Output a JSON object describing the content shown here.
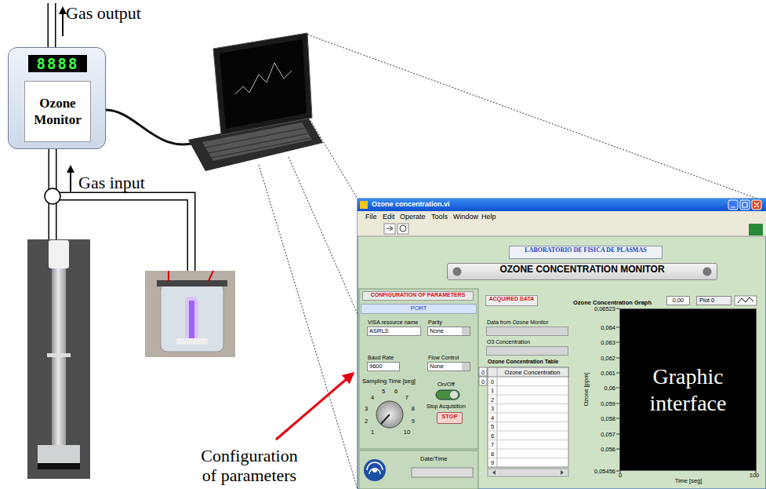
{
  "diagram": {
    "nodes": [
      {
        "text": [
          "8888",
          "Ozone Monitor"
        ]
      },
      {
        "text": [
          "Ozone concentration.vi"
        ]
      },
      {
        "text": [
          "LABORATORIO DE FISICA DE PLASMAS"
        ],
        "in": 1
      },
      {
        "text": [
          "OZONE CONCENTRATION MONITOR"
        ],
        "in": 1
      },
      {
        "text": [
          "CONFIGURATION OF PARAMETERS"
        ],
        "in": 1
      },
      {
        "text": [
          "PORT"
        ],
        "in": 4
      },
      {
        "text": [
          "VISA resource name",
          "ASRL3:"
        ],
        "in": 4
      },
      {
        "text": [
          "Parity",
          "None"
        ],
        "in": 4
      },
      {
        "text": [
          "Baud Rate",
          "9600"
        ],
        "in": 4
      },
      {
        "text": [
          "Flow Control",
          "None"
        ],
        "in": 4
      },
      {
        "text": [
          "Stop Acquisition",
          "STOP"
        ],
        "in": 4
      },
      {
        "text": [
          "Date/Time"
        ],
        "in": 1
      },
      {
        "text": [
          "ACQUIRED DATA"
        ],
        "in": 1
      },
      {
        "text": [
          "Data from Ozone Monitor"
        ],
        "in": 1
      },
      {
        "text": [
          "O3 Concentration"
        ],
        "in": 1
      },
      {
        "text": [
          "Ozone Concentration Table"
        ],
        "in": 1
      },
      {
        "text": [
          "Ozone Concentration Graph",
          "Graphic interface"
        ],
        "in": 1
      },
      {
        "text": [
          "0,00"
        ],
        "in": 1
      },
      {
        "text": [
          "Plot 0"
        ],
        "in": 1
      }
    ],
    "labels": [
      "Gas output",
      "Gas input",
      "Configuration of parameters",
      "File",
      "Edit",
      "Operate",
      "Tools",
      "Window",
      "Help",
      "Sampling Time [seg]",
      "1",
      "2",
      "3",
      "4",
      "5",
      "6",
      "7",
      "8",
      "9",
      "10",
      "On/Off",
      "0",
      "0",
      "Ozone Concentration",
      "0",
      "1",
      "2",
      "3",
      "4",
      "5",
      "6",
      "7",
      "8",
      "9",
      "0,06523",
      "0,064",
      "0,063",
      "0,062",
      "0,061",
      "0,06",
      "0,059",
      "0,058",
      "0,057",
      "0,056",
      "0,05456",
      "Ozone [ppm]",
      "Time [seg]",
      "0",
      "100"
    ]
  }
}
